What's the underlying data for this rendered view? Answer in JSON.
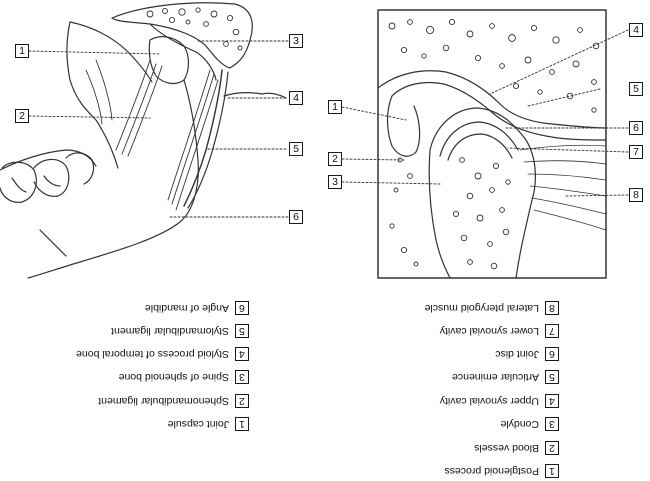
{
  "left_figure": {
    "callouts": [
      "1",
      "2",
      "3",
      "4",
      "5",
      "6"
    ]
  },
  "right_figure": {
    "callouts": [
      "1",
      "2",
      "3",
      "4",
      "5",
      "6",
      "7",
      "8"
    ]
  },
  "left_legend": [
    {
      "num": "6",
      "label": "Angle of mandible"
    },
    {
      "num": "5",
      "label": "Stylomandibular ligament"
    },
    {
      "num": "4",
      "label": "Styloid process of temporal bone"
    },
    {
      "num": "3",
      "label": "Spine of sphenoid bone"
    },
    {
      "num": "2",
      "label": "Sphenomandibular ligament"
    },
    {
      "num": "1",
      "label": "Joint capsule"
    }
  ],
  "right_legend": [
    {
      "num": "8",
      "label": "Lateral pterygoid muscle"
    },
    {
      "num": "7",
      "label": "Lower synovial cavity"
    },
    {
      "num": "6",
      "label": "Joint disc"
    },
    {
      "num": "5",
      "label": "Articular eminence"
    },
    {
      "num": "4",
      "label": "Upper synovial cavity"
    },
    {
      "num": "3",
      "label": "Condyle"
    },
    {
      "num": "2",
      "label": "Blood vessels"
    },
    {
      "num": "1",
      "label": "Postglenoid process"
    }
  ]
}
